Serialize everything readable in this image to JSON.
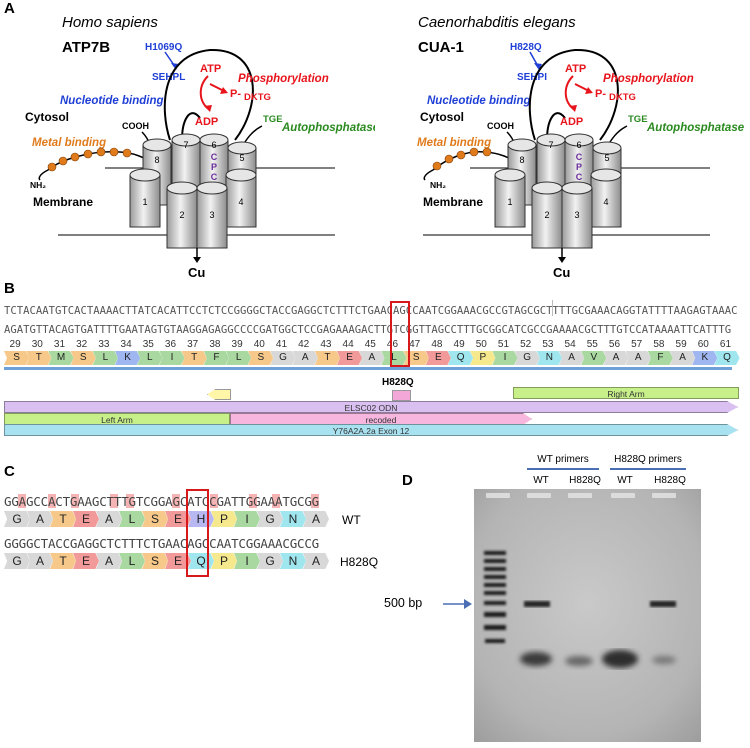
{
  "panel_letters": {
    "a": "A",
    "b": "B",
    "c": "C",
    "d": "D"
  },
  "panel_a": {
    "left": {
      "species": "Homo sapiens",
      "protein": "ATP7B",
      "mutation": "H1069Q",
      "motif": "SEHPL",
      "nucleotide_binding": "Nucleotide binding",
      "atp": "ATP",
      "adp": "ADP",
      "p": "P-",
      "dktg": "DKTG",
      "phosphorylation": "Phosphorylation",
      "cytosol": "Cytosol",
      "metal_binding": "Metal binding",
      "cooh": "COOH",
      "tge": "TGE",
      "autophosphatase": "Autophosphatase",
      "nh2": "NH₂",
      "membrane": "Membrane",
      "cpc": [
        "C",
        "P",
        "C"
      ],
      "helices": [
        "1",
        "2",
        "3",
        "4",
        "5",
        "6",
        "7",
        "8"
      ],
      "cu": "Cu"
    },
    "right": {
      "species": "Caenorhabditis elegans",
      "protein": "CUA-1",
      "mutation": "H828Q",
      "motif": "SEHPI",
      "nucleotide_binding": "Nucleotide binding",
      "atp": "ATP",
      "adp": "ADP",
      "p": "P-",
      "dktg": "DKTG",
      "phosphorylation": "Phosphorylation",
      "cytosol": "Cytosol",
      "metal_binding": "Metal binding",
      "cooh": "COOH",
      "tge": "TGE",
      "autophosphatase": "Autophosphatase",
      "nh2": "NH₂",
      "membrane": "Membrane",
      "cpc": [
        "C",
        "P",
        "C"
      ],
      "helices": [
        "1",
        "2",
        "3",
        "4",
        "5",
        "6",
        "7",
        "8"
      ],
      "cu": "Cu"
    }
  },
  "panel_b": {
    "seq_top": "TCTACAATGTCACTAAAACTTATCACATTCCTCTCCGGGGCTACCGAGGCTCTTTCTGAACAGCCAATCGGAAACGCCGTAGCGCTTTTGCGAAACAGGTATTTTAAGAGTAAAC",
    "seq_bottom": "AGATGTTACAGTGATTTTGAATAGTGTAAGGAGAGGCCCCGATGGCTCCGAGAAAGACTTGTCGGTTAGCCTTTGCGGCATCGCCGAAAACGCTTTGTCCATAAAATTCATTTG",
    "positions": [
      "29",
      "30",
      "31",
      "32",
      "33",
      "34",
      "35",
      "36",
      "37",
      "38",
      "39",
      "40",
      "41",
      "42",
      "43",
      "44",
      "45",
      "46",
      "47",
      "48",
      "49",
      "50",
      "51",
      "52",
      "53",
      "54",
      "55",
      "56",
      "57",
      "58",
      "59",
      "60",
      "61"
    ],
    "aa": [
      "S",
      "T",
      "M",
      "S",
      "L",
      "K",
      "L",
      "I",
      "T",
      "F",
      "L",
      "S",
      "G",
      "A",
      "T",
      "E",
      "A",
      "L",
      "S",
      "E",
      "Q",
      "P",
      "I",
      "G",
      "N",
      "A",
      "V",
      "A",
      "A",
      "F",
      "A",
      "K",
      "Q"
    ],
    "mutation_label": "H828Q",
    "features": {
      "right_arm": "Right Arm",
      "elsc": "ELSC02 ODN",
      "left_arm": "Left Arm",
      "recoded": "recoded",
      "exon": "Y76A2A.2a Exon 12"
    }
  },
  "panel_c": {
    "wt_seq": "GGAGCCACTGAAGCTTTGTCGGAGCATCCGATTGGAAATGCGG",
    "mut_seq": "GGGGCTACCGAGGCTCTTTCTGAACAGCCAATCGGAAACGCCG",
    "wt_aa": [
      "G",
      "A",
      "T",
      "E",
      "A",
      "L",
      "S",
      "E",
      "H",
      "P",
      "I",
      "G",
      "N",
      "A"
    ],
    "mut_aa": [
      "G",
      "A",
      "T",
      "E",
      "A",
      "L",
      "S",
      "E",
      "Q",
      "P",
      "I",
      "G",
      "N",
      "A"
    ],
    "wt_label": "WT",
    "mut_label": "H828Q"
  },
  "panel_d": {
    "group_wt_primers": "WT primers",
    "group_h828q_primers": "H828Q primers",
    "lanes": [
      "WT",
      "H828Q",
      "WT",
      "H828Q"
    ],
    "marker_label": "500 bp"
  },
  "colors": {
    "blue": "#1f3fd6",
    "red": "#e8141b",
    "green": "#2a8a1f",
    "orange": "#e07b1c",
    "purple": "#6a2c9c"
  }
}
